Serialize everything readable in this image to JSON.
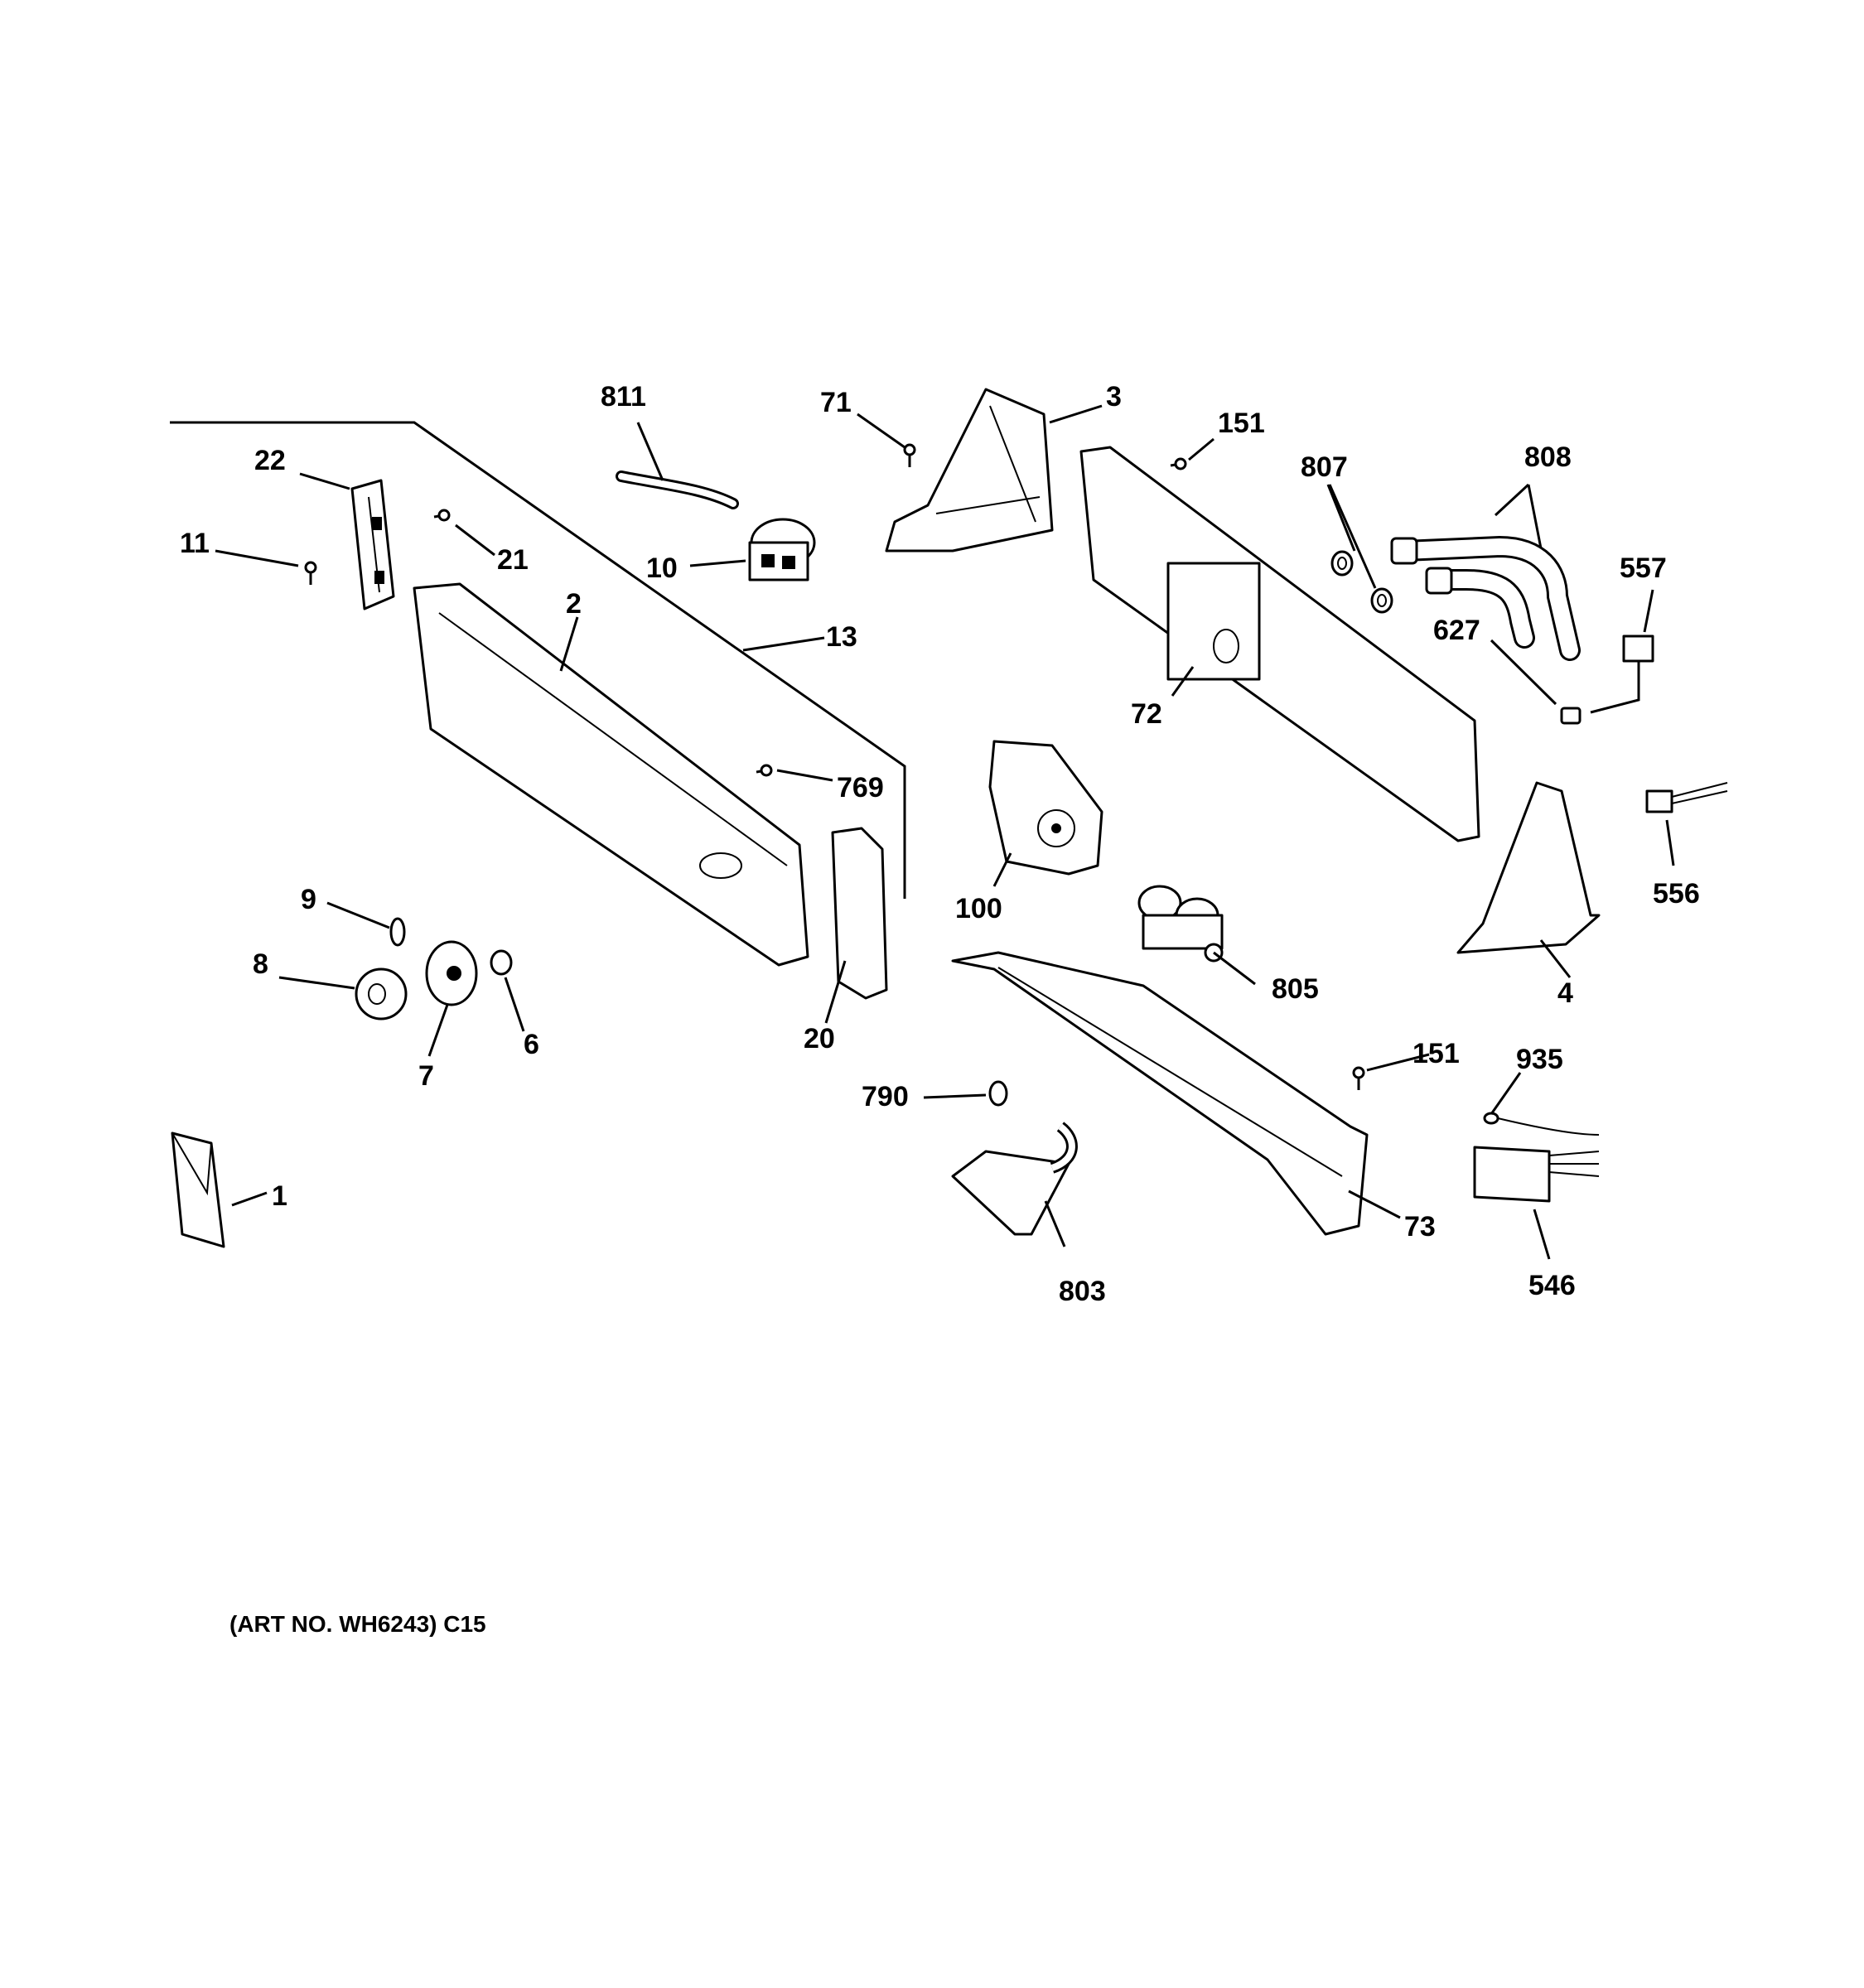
{
  "callouts": [
    {
      "id": "p811",
      "label": "811"
    },
    {
      "id": "p71",
      "label": "71"
    },
    {
      "id": "p3",
      "label": "3"
    },
    {
      "id": "p151a",
      "label": "151"
    },
    {
      "id": "p807",
      "label": "807"
    },
    {
      "id": "p808",
      "label": "808"
    },
    {
      "id": "p22",
      "label": "22"
    },
    {
      "id": "p11",
      "label": "11"
    },
    {
      "id": "p21",
      "label": "21"
    },
    {
      "id": "p10",
      "label": "10"
    },
    {
      "id": "p2",
      "label": "2"
    },
    {
      "id": "p13",
      "label": "13"
    },
    {
      "id": "p557",
      "label": "557"
    },
    {
      "id": "p627",
      "label": "627"
    },
    {
      "id": "p72",
      "label": "72"
    },
    {
      "id": "p769",
      "label": "769"
    },
    {
      "id": "p100",
      "label": "100"
    },
    {
      "id": "p556",
      "label": "556"
    },
    {
      "id": "p9",
      "label": "9"
    },
    {
      "id": "p8",
      "label": "8"
    },
    {
      "id": "p6",
      "label": "6"
    },
    {
      "id": "p7",
      "label": "7"
    },
    {
      "id": "p20",
      "label": "20"
    },
    {
      "id": "p805",
      "label": "805"
    },
    {
      "id": "p4",
      "label": "4"
    },
    {
      "id": "p151b",
      "label": "151"
    },
    {
      "id": "p935",
      "label": "935"
    },
    {
      "id": "p790",
      "label": "790"
    },
    {
      "id": "p1",
      "label": "1"
    },
    {
      "id": "p73",
      "label": "73"
    },
    {
      "id": "p803",
      "label": "803"
    },
    {
      "id": "p546",
      "label": "546"
    }
  ],
  "art_number": "(ART NO. WH6243) C15"
}
